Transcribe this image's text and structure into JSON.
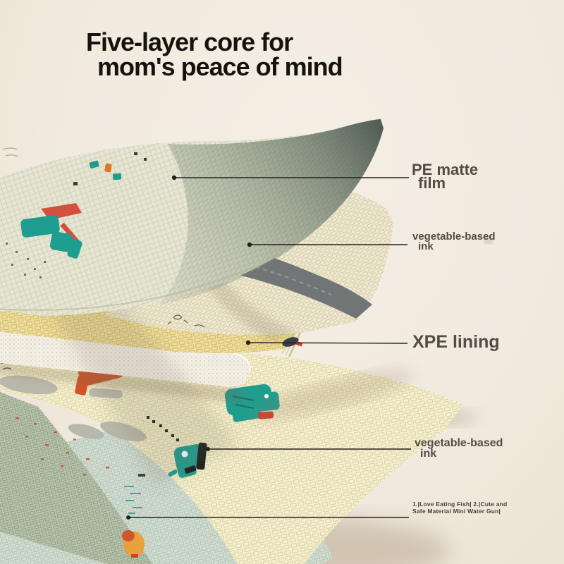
{
  "title": {
    "line1": "Five-layer core for",
    "line2": "mom's peace of mind"
  },
  "callouts": {
    "pe_film": {
      "line1": "PE matte",
      "line2": "film"
    },
    "ink_top": {
      "line1": "vegetable-based",
      "line2": "ink"
    },
    "xpe": {
      "line1": "XPE lining",
      "line2": ""
    },
    "ink_bottom": {
      "line1": "vegetable-based",
      "line2": "ink"
    },
    "footnote": {
      "line1": "1.|Love Eating Fish| 2.|Cute and",
      "line2": "Safe Material Mini Water Gun|"
    }
  },
  "colors": {
    "background": "#f1eadf",
    "title_text": "#16130f",
    "label_text": "#524c44",
    "leader_line": "#23211e",
    "sheet_base": "#e6e6d3",
    "sheet_curl_dark": "#4e5c50",
    "cream_layer": "#efe8cf",
    "xpe_yellow": "#eedd9b",
    "foam_white": "#f3eee3",
    "lower_print_base": "#f4eecb",
    "green_layer": "#b5c1a9",
    "blue_layer": "#d0dcd0",
    "print_teal": "#1f9e90",
    "print_red": "#cf4030",
    "print_orange": "#d3552a",
    "road_gray": "#676b70"
  }
}
